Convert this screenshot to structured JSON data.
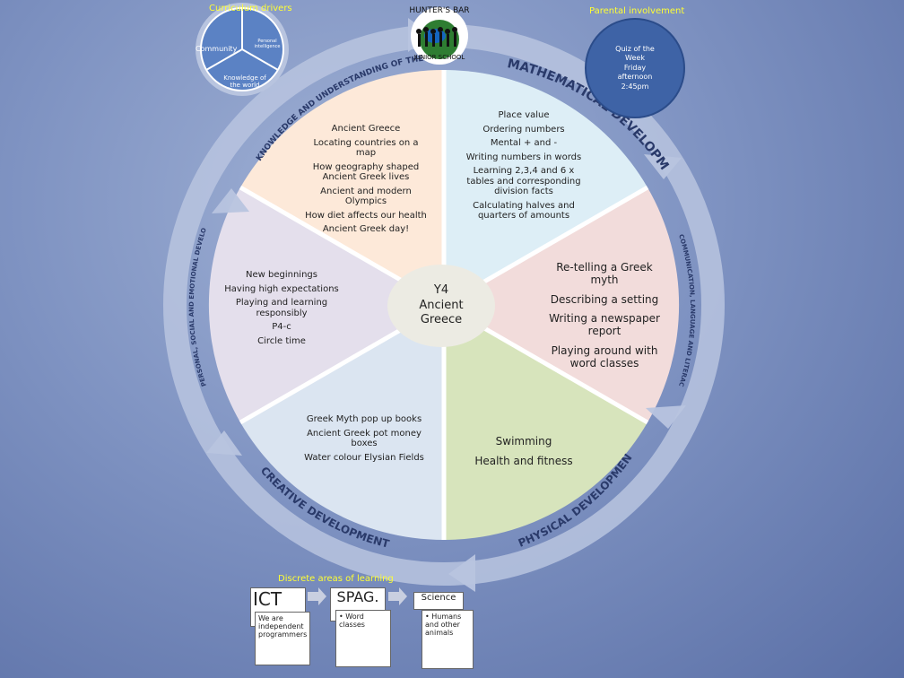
{
  "header": {
    "curriculum_drivers": "Curriculum drivers",
    "parental_involvement": "Parental involvement"
  },
  "drivers_wheel": {
    "community": "Community",
    "personal_intelligence": "Personal intelligence",
    "knowledge_world": "Knowledge of the world"
  },
  "logo": {
    "school_top": "HUNTER'S BAR",
    "school_bottom": "JUNIOR SCHOOL"
  },
  "quiz": {
    "line1": "Quiz of the",
    "line2": "Week",
    "line3": "Friday",
    "line4": "afternoon",
    "line5": "2:45pm"
  },
  "hub": {
    "line1": "Y4",
    "line2": "Ancient",
    "line3": "Greece"
  },
  "segments": {
    "knowledge": {
      "arc_label": "KNOWLEDGE AND UNDERSTANDING OF THE WORLD",
      "items": [
        "Ancient Greece",
        "Locating countries on a map",
        "How geography shaped Ancient Greek lives",
        "Ancient and modern Olympics",
        "How diet affects our health",
        "Ancient Greek day!"
      ]
    },
    "maths": {
      "arc_label": "MATHEMATICAL DEVELOPMENT",
      "items": [
        "Place value",
        "Ordering numbers",
        "Mental + and -",
        "Writing numbers in words",
        "Learning 2,3,4 and 6 x tables and corresponding division facts",
        "Calculating halves and quarters of amounts"
      ]
    },
    "communication": {
      "arc_label": "COMMUNICATION, LANGUAGE AND LITERACY",
      "items": [
        "Re-telling a Greek myth",
        "Describing a setting",
        "Writing a newspaper report",
        "Playing around with word classes"
      ]
    },
    "physical": {
      "arc_label": "PHYSICAL DEVELOPMENT",
      "items": [
        "Swimming",
        "Health and fitness"
      ]
    },
    "creative": {
      "arc_label": "CREATIVE DEVELOPMENT",
      "items": [
        "Greek Myth pop up books",
        "Ancient Greek pot money boxes",
        "Water colour Elysian Fields"
      ]
    },
    "personal": {
      "arc_label": "PERSONAL, SOCIAL AND EMOTIONAL DEVELOPMENT",
      "items": [
        "New beginnings",
        "Having high expectations",
        "Playing and learning responsibly",
        "P4-c",
        "Circle time"
      ]
    }
  },
  "discrete": {
    "title": "Discrete areas of learning",
    "ict": {
      "title": "ICT",
      "item": "We are independent programmers"
    },
    "spag": {
      "title": "SPAG.",
      "item": "• Word classes"
    },
    "science": {
      "title": "Science",
      "item": "• Humans and other animals"
    }
  },
  "colors": {
    "knowledge": "#fde9d9",
    "maths": "#ddeef6",
    "communication": "#f2dcdb",
    "physical": "#d7e4bc",
    "creative": "#dbe5f1",
    "personal": "#e4dfec",
    "ring": "#b8c4df"
  }
}
